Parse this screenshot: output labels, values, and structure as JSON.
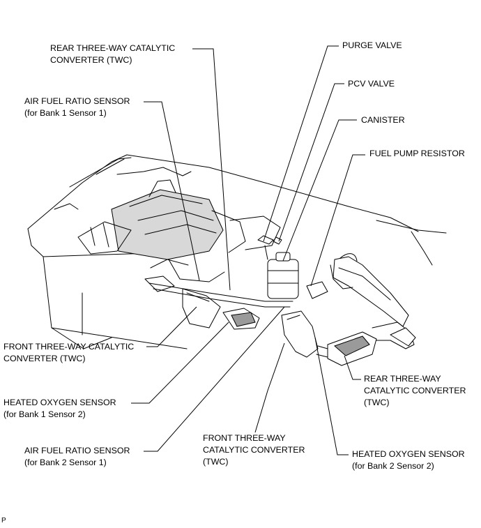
{
  "labels": {
    "rear_twc_top": {
      "line1": "REAR THREE-WAY CATALYTIC",
      "line2": "CONVERTER (TWC)"
    },
    "purge_valve": {
      "line1": "PURGE VALVE"
    },
    "pcv_valve": {
      "line1": "PCV VALVE"
    },
    "af_sensor_b1s1": {
      "line1": "AIR FUEL RATIO SENSOR",
      "line2": "(for Bank 1 Sensor 1)"
    },
    "canister": {
      "line1": "CANISTER"
    },
    "fuel_pump_resistor": {
      "line1": "FUEL PUMP RESISTOR"
    },
    "front_twc_left": {
      "line1": "FRONT THREE-WAY CATALYTIC",
      "line2": "CONVERTER (TWC)"
    },
    "rear_twc_right": {
      "line1": "REAR THREE-WAY",
      "line2": "CATALYTIC CONVERTER",
      "line3": "(TWC)"
    },
    "ho2_b1s2": {
      "line1": "HEATED OXYGEN SENSOR",
      "line2": "(for Bank 1 Sensor 2)"
    },
    "front_twc_bottom": {
      "line1": "FRONT THREE-WAY",
      "line2": "CATALYTIC CONVERTER",
      "line3": "(TWC)"
    },
    "af_sensor_b2s1": {
      "line1": "AIR FUEL RATIO SENSOR",
      "line2": "(for Bank 2 Sensor 1)"
    },
    "ho2_b2s2": {
      "line1": "HEATED OXYGEN SENSOR",
      "line2": "(for Bank 2 Sensor 2)"
    }
  },
  "corner_code": "P"
}
